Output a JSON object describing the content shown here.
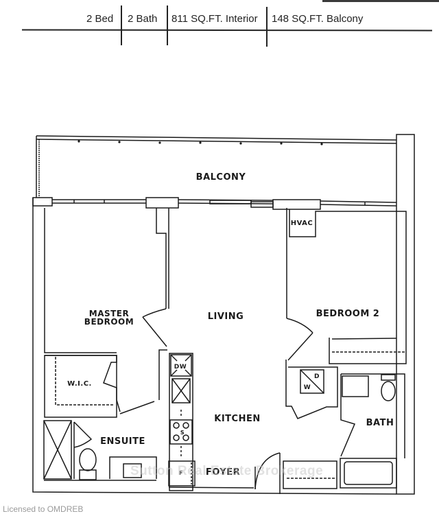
{
  "header": {
    "beds": "2 Bed",
    "baths": "2 Bath",
    "interior": "811 SQ.FT. Interior",
    "balcony": "148 SQ.FT. Balcony"
  },
  "rooms": {
    "balcony": "BALCONY",
    "master_line1": "MASTER",
    "master_line2": "BEDROOM",
    "living": "LIVING",
    "hvac": "HVAC",
    "bedroom2": "BEDROOM 2",
    "wic": "W.I.C.",
    "dw": "DW",
    "kitchen": "KITCHEN",
    "washer": "W",
    "dryer": "D",
    "bath": "BATH",
    "ensuite": "ENSUITE",
    "stove": "S",
    "fridge": "F",
    "foyer": "FOYER"
  },
  "watermark": "Sutton Real Estate Brokerage",
  "license": "Licensed to OMDREB",
  "colors": {
    "line": "#1a1a1a",
    "background": "#ffffff",
    "license_text": "#9a9a9a"
  }
}
